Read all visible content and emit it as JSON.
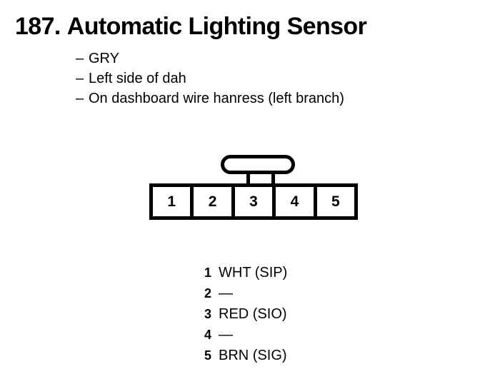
{
  "title": {
    "number": "187.",
    "text": "Automatic Lighting Sensor"
  },
  "bullets": [
    {
      "dash": "–",
      "text": "GRY"
    },
    {
      "dash": "–",
      "text": "Left side of dah"
    },
    {
      "dash": "–",
      "text": "On dashboard wire hanress (left branch)"
    }
  ],
  "connector": {
    "pins": [
      {
        "number": "1"
      },
      {
        "number": "2"
      },
      {
        "number": "3"
      },
      {
        "number": "4"
      },
      {
        "number": "5"
      }
    ]
  },
  "legend": [
    {
      "number": "1",
      "value": "WHT (SIP)"
    },
    {
      "number": "2",
      "value": "—"
    },
    {
      "number": "3",
      "value": "RED (SIO)"
    },
    {
      "number": "4",
      "value": "—"
    },
    {
      "number": "5",
      "value": "BRN (SIG)"
    }
  ],
  "colors": {
    "ink": "#000000",
    "background": "#ffffff"
  }
}
